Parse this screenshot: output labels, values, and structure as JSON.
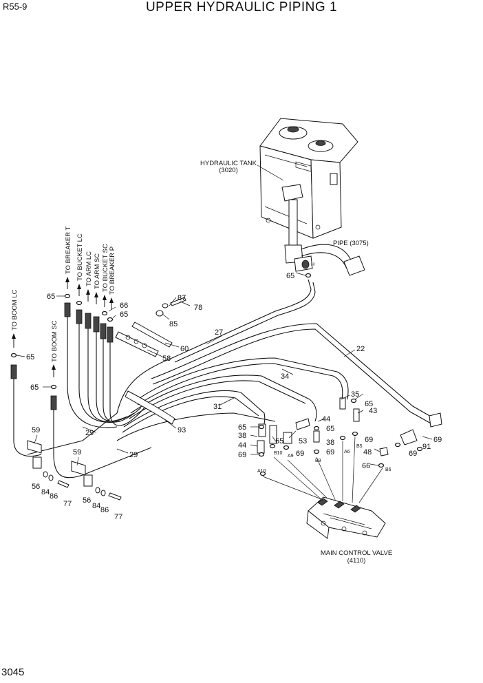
{
  "header": {
    "model": "R55-9",
    "title": "UPPER HYDRAULIC PIPING 1"
  },
  "page_number": "3045",
  "components": {
    "tank": {
      "name": "HYDRAULIC TANK",
      "code": "(3020)"
    },
    "pipe": "PIPE (3075)",
    "mcv": {
      "name": "MAIN CONTROL VALVE",
      "code": "(4110)"
    }
  },
  "destinations": {
    "boom_lc": "TO BOOM LC",
    "boom_sc": "TO BOOM SC",
    "breaker_t": "TO BREAKER T",
    "bucket_lc": "TO BUCKET LC",
    "arm_lc": "TO ARM LC",
    "arm_sc": "TO ARM SC",
    "bucket_sc": "TO BUCKET SC",
    "breaker_p": "TO BREAKER P"
  },
  "ports": {
    "a10": "A10",
    "b10": "B10",
    "a9": "A9",
    "b9": "B9",
    "a6": "A6",
    "b5": "B5",
    "b6": "B6",
    "h": "H"
  },
  "callouts": {
    "c65": "65",
    "c66": "66",
    "c78": "78",
    "c87": "87",
    "c85": "85",
    "c60": "60",
    "c58": "58",
    "c27": "27",
    "c22": "22",
    "c34": "34",
    "c35": "35",
    "c31": "31",
    "c93": "93",
    "c29": "29",
    "c59": "59",
    "c56": "56",
    "c84": "84",
    "c86": "86",
    "c77": "77",
    "c38": "38",
    "c44": "44",
    "c69": "69",
    "c53": "53",
    "c43": "43",
    "c48": "48",
    "c91": "91"
  }
}
